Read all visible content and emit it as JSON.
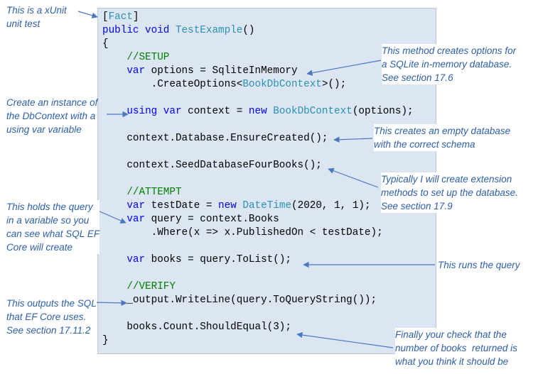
{
  "code_lines": [
    [
      {
        "t": "[",
        "c": "pl"
      },
      {
        "t": "Fact",
        "c": "ty"
      },
      {
        "t": "]",
        "c": "pl"
      }
    ],
    [
      {
        "t": "public void ",
        "c": "kw"
      },
      {
        "t": "TestExample",
        "c": "ty"
      },
      {
        "t": "()",
        "c": "pl"
      }
    ],
    [
      {
        "t": "{",
        "c": "pl"
      }
    ],
    [
      {
        "t": "    //SETUP",
        "c": "cm"
      }
    ],
    [
      {
        "t": "    ",
        "c": "pl"
      },
      {
        "t": "var",
        "c": "kw"
      },
      {
        "t": " options = SqliteInMemory",
        "c": "pl"
      }
    ],
    [
      {
        "t": "        .CreateOptions<",
        "c": "pl"
      },
      {
        "t": "BookDbContext",
        "c": "ty"
      },
      {
        "t": ">();",
        "c": "pl"
      }
    ],
    [],
    [
      {
        "t": "    ",
        "c": "pl"
      },
      {
        "t": "using var",
        "c": "kw"
      },
      {
        "t": " context = ",
        "c": "pl"
      },
      {
        "t": "new",
        "c": "kw"
      },
      {
        "t": " ",
        "c": "pl"
      },
      {
        "t": "BookDbContext",
        "c": "ty"
      },
      {
        "t": "(options);",
        "c": "pl"
      }
    ],
    [],
    [
      {
        "t": "    context.Database.EnsureCreated();",
        "c": "pl"
      }
    ],
    [],
    [
      {
        "t": "    context.SeedDatabaseFourBooks();",
        "c": "pl"
      }
    ],
    [],
    [
      {
        "t": "    //ATTEMPT",
        "c": "cm"
      }
    ],
    [
      {
        "t": "    ",
        "c": "pl"
      },
      {
        "t": "var",
        "c": "kw"
      },
      {
        "t": " testDate = ",
        "c": "pl"
      },
      {
        "t": "new",
        "c": "kw"
      },
      {
        "t": " ",
        "c": "pl"
      },
      {
        "t": "DateTime",
        "c": "ty"
      },
      {
        "t": "(2020, 1, 1);",
        "c": "pl"
      }
    ],
    [
      {
        "t": "    ",
        "c": "pl"
      },
      {
        "t": "var",
        "c": "kw"
      },
      {
        "t": " query = context.Books",
        "c": "pl"
      }
    ],
    [
      {
        "t": "        .Where(x => x.PublishedOn < testDate);",
        "c": "pl"
      }
    ],
    [],
    [
      {
        "t": "    ",
        "c": "pl"
      },
      {
        "t": "var",
        "c": "kw"
      },
      {
        "t": " books = query.ToList();",
        "c": "pl"
      }
    ],
    [],
    [
      {
        "t": "    //VERIFY",
        "c": "cm"
      }
    ],
    [
      {
        "t": "    _output.WriteLine(query.ToQueryString());",
        "c": "pl"
      }
    ],
    [],
    [
      {
        "t": "    books.Count.ShouldEqual(3);",
        "c": "pl"
      }
    ],
    [
      {
        "t": "}",
        "c": "pl"
      }
    ]
  ],
  "annotations": {
    "xunit": "This is a xUnit\nunit test",
    "options": "This method creates options for\na SQLite in-memory database.\nSee section 17.6",
    "dbcontext": "Create an instance of\nthe DbContext with a\nusing var variable",
    "ensure": "This creates an empty database\nwith the correct schema",
    "extension": "Typically I will create extension\nmethods to set up the database.\nSee section 17.9",
    "query_var": "This holds the query\nin a variable so you\ncan see what SQL EF\nCore will create",
    "runs": "This runs the query",
    "outputs": "This outputs the SQL\nthat EF Core uses.\nSee section 17.11.2",
    "check": "Finally your check that the\nnumber of books  returned is\nwhat you think it should be"
  },
  "colors": {
    "code_bg": "#dce6f2",
    "keyword": "#0000ff",
    "type": "#2b91af",
    "comment": "#008000",
    "annotation": "#2e5fa8"
  }
}
